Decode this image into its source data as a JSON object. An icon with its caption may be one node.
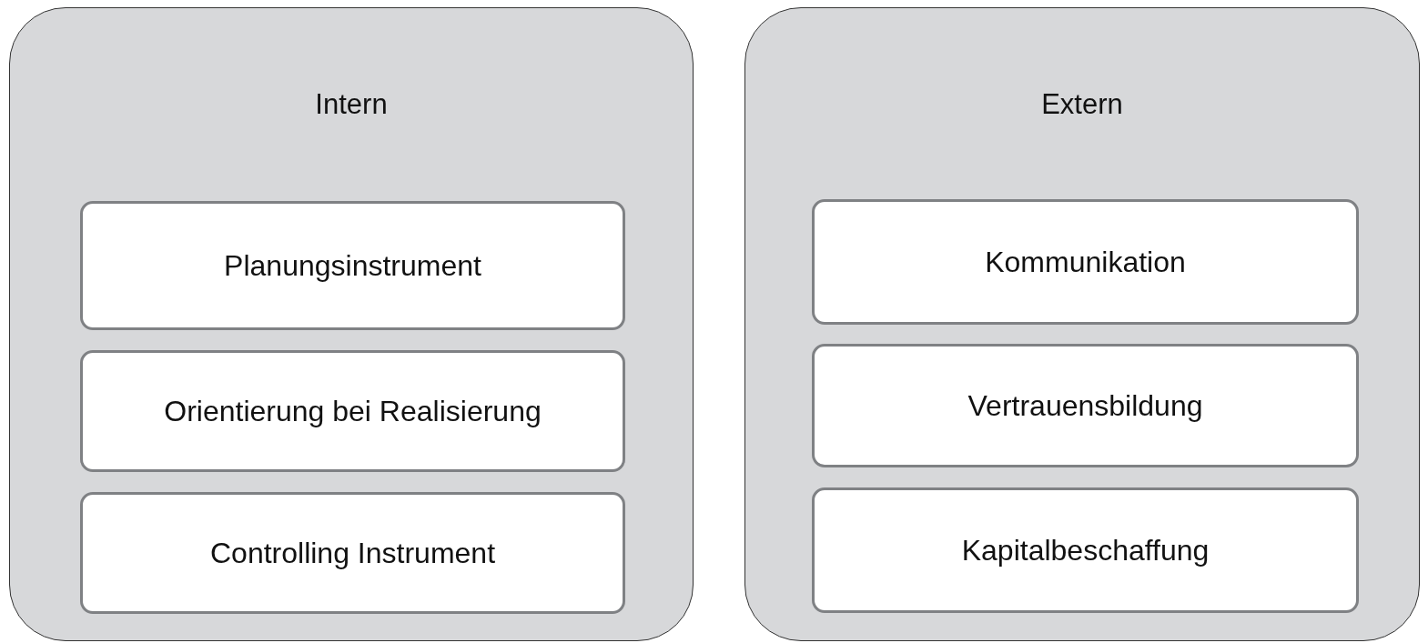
{
  "diagram": {
    "nodes": [
      {
        "text": [
          "Intern"
        ]
      },
      {
        "text": [
          "Planungsinstrument"
        ],
        "in": 0
      },
      {
        "text": [
          "Orientierung bei Realisierung"
        ],
        "in": 0
      },
      {
        "text": [
          "Controlling Instrument"
        ],
        "in": 0
      },
      {
        "text": [
          "Extern"
        ]
      },
      {
        "text": [
          "Kommunikation"
        ],
        "in": 4
      },
      {
        "text": [
          "Vertrauensbildung"
        ],
        "in": 4
      },
      {
        "text": [
          "Kapitalbeschaffung"
        ],
        "in": 4
      }
    ]
  }
}
